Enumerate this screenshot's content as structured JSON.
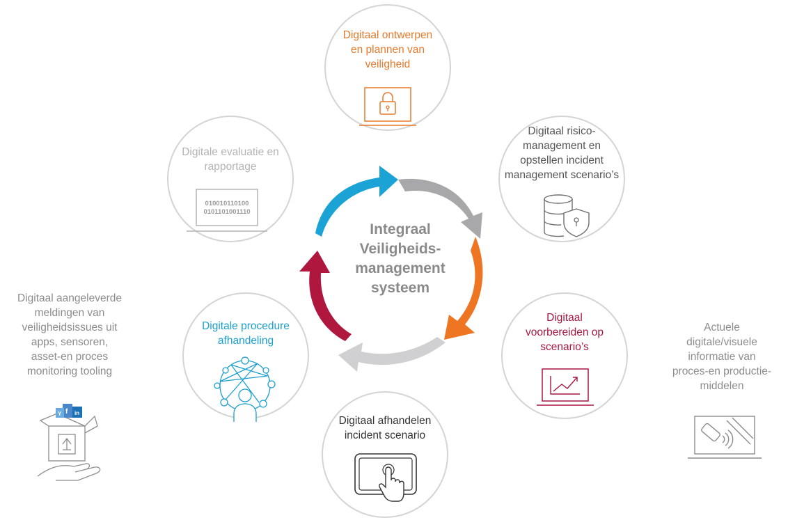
{
  "center": {
    "title": "Integraal\nVeiligheids-\nmanagement\nsysteem"
  },
  "nodes": {
    "design": {
      "label": "Digitaal ontwerpen\nen plannen van\nveiligheid",
      "color": "#e8792a"
    },
    "risk": {
      "label": "Digitaal risico-\nmanagement en\nopstellen incident\nmanagement scenario’s",
      "color": "#555555"
    },
    "prepare": {
      "label": "Digitaal\nvoorbereiden op\nscenario’s",
      "color": "#a6163f"
    },
    "handle": {
      "label": "Digitaal afhandelen\nincident scenario",
      "color": "#333333"
    },
    "procedure": {
      "label": "Digitale procedure\nafhandeling",
      "color": "#1a9fd0"
    },
    "evaluation": {
      "label": "Digitale evaluatie en\nrapportage",
      "color": "#b4b4b4",
      "binary": [
        "010010110100",
        "0101101001110"
      ]
    }
  },
  "side_left": {
    "label": "Digitaal aangeleverde\nmeldingen van\nveiligheidsissues uit\napps, sensoren,\nasset-en proces\nmonitoring tooling",
    "color": "#8c8c8c"
  },
  "side_right": {
    "label": "Actuele\ndigitale/visuele\ninformatie van\nproces-en productie-\nmiddelen",
    "color": "#8c8c8c"
  },
  "arrow_colors": {
    "blue": "#1ba3d6",
    "grey": "#a8a8ab",
    "orange": "#ee7623",
    "lightgrey": "#d0d0d2",
    "red": "#b0173f"
  }
}
